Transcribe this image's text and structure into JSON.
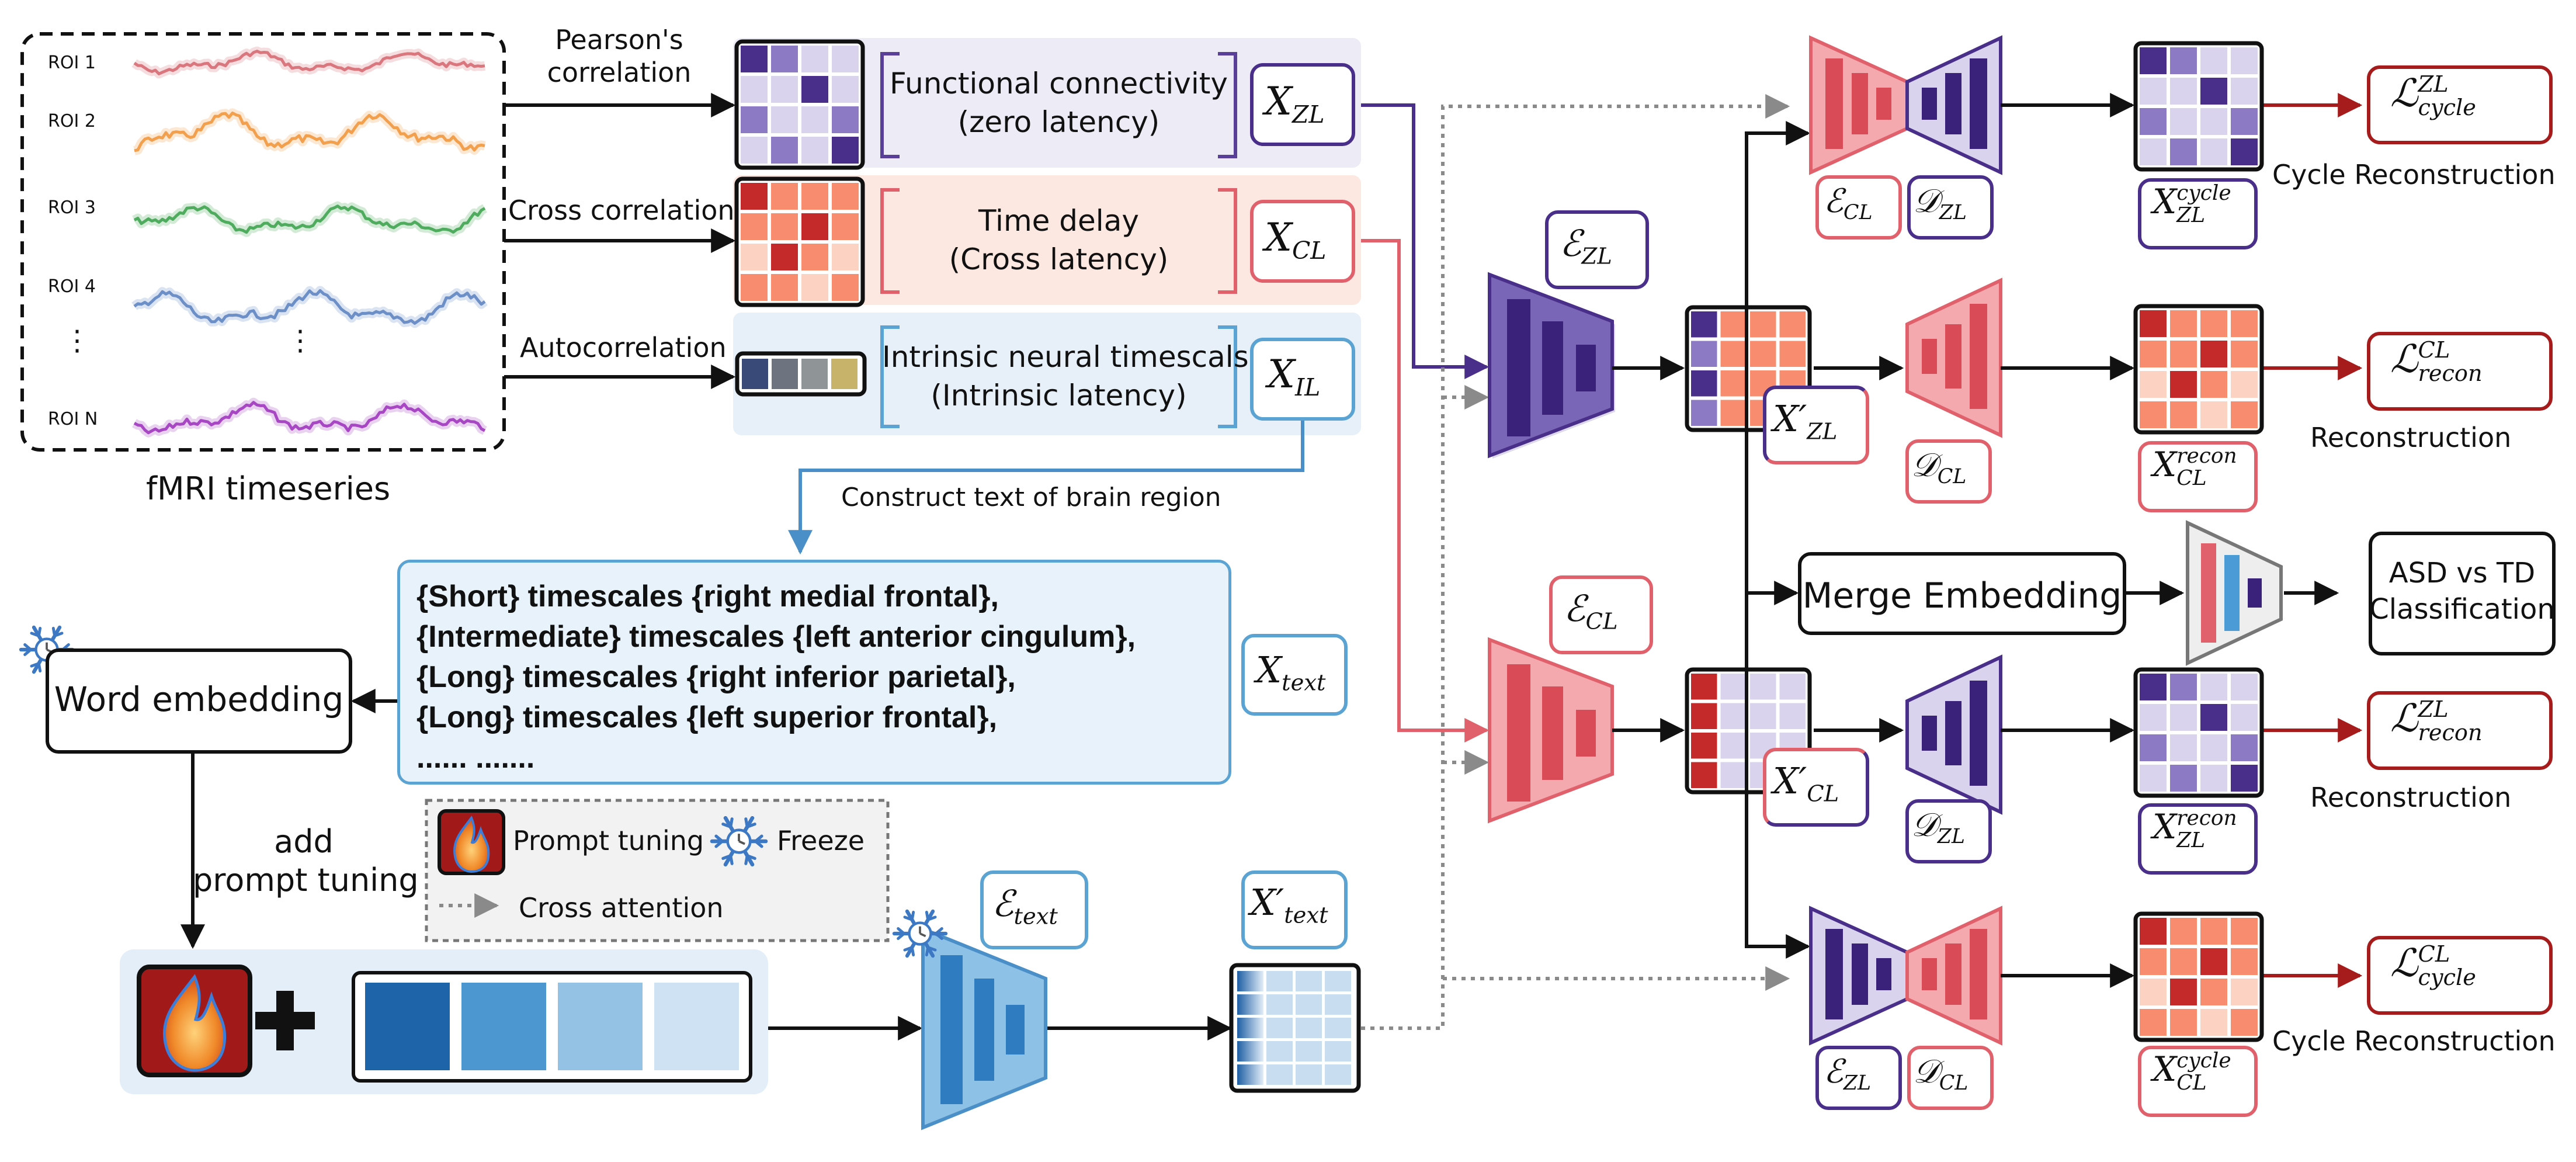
{
  "colors": {
    "purple_dark": "#4a2f8a",
    "purple_mid": "#8c7ac4",
    "purple_light": "#d9d3ee",
    "red_dark": "#c23b3b",
    "red_mid": "#e8838a",
    "red_light": "#f7d2d4",
    "blue_dark": "#2b6aa8",
    "blue_mid": "#6aaad6",
    "blue_light": "#d2e6f5",
    "dark_red_arrow": "#a61c1c",
    "fc_panel": "#ecebf6",
    "td_panel": "#fde7e1",
    "int_panel": "#e7f0f8"
  },
  "timeseries": {
    "roi_labels": [
      "ROI 1",
      "ROI 2",
      "ROI 3",
      "ROI 4",
      "⋮",
      "ROI N"
    ],
    "caption": "fMRI timeseries",
    "colors": [
      "#d9767e",
      "#f2a04d",
      "#4fab5d",
      "#6d8fc7",
      "#222222",
      "#a847c4"
    ]
  },
  "methods": {
    "pearson": "Pearson's\ncorrelation",
    "cross": "Cross correlation",
    "auto": "Autocorrelation"
  },
  "feature_panels": {
    "fc": "Functional connectivity\n(zero latency)",
    "td": "Time delay\n(Cross latency)",
    "int": "Intrinsic neural timescals\n(Intrinsic latency)"
  },
  "construct_text": "Construct text of brain region",
  "text_prompt_lines": [
    "{Short} timescales {right medial frontal},",
    "{Intermediate} timescales {left anterior cingulum},",
    "{Long} timescales {right inferior parietal},",
    "{Long} timescales {left superior frontal},",
    "...... ......."
  ],
  "word_embedding": "Word embedding",
  "add_prompt": "add\nprompt tuning",
  "legend": {
    "prompt": "Prompt tuning",
    "freeze": "Freeze",
    "cross_attention": "Cross attention"
  },
  "merge_embedding": "Merge Embedding",
  "classification": "ASD vs TD\nClassification",
  "recon_labels": {
    "cycle1": "Cycle Reconstruction",
    "recon1": "Reconstruction",
    "recon2": "Reconstruction",
    "cycle2": "Cycle Reconstruction"
  },
  "math": {
    "x_zl": [
      "X",
      "ZL"
    ],
    "x_cl": [
      "X",
      "CL"
    ],
    "x_il": [
      "X",
      "IL"
    ],
    "x_text": [
      "X",
      "text"
    ],
    "x_text_prime": [
      "X′",
      "text"
    ],
    "e_text": [
      "ℰ",
      "text"
    ],
    "e_zl": [
      "ℰ",
      "ZL"
    ],
    "e_cl": [
      "ℰ",
      "CL"
    ],
    "x_zl_prime": [
      "X′",
      "ZL"
    ],
    "x_cl_prime": [
      "X′",
      "CL"
    ],
    "d_zl": [
      "𝒟",
      "ZL"
    ],
    "d_cl": [
      "𝒟",
      "CL"
    ],
    "x_zl_cycle": [
      "X",
      "ZL",
      "cycle"
    ],
    "x_cl_recon": [
      "X",
      "CL",
      "recon"
    ],
    "x_zl_recon": [
      "X",
      "ZL",
      "recon"
    ],
    "x_cl_cycle": [
      "X",
      "CL",
      "cycle"
    ],
    "loss_zl_cycle": [
      "ℒ",
      "cycle",
      "ZL"
    ],
    "loss_cl_recon": [
      "ℒ",
      "recon",
      "CL"
    ],
    "loss_zl_recon": [
      "ℒ",
      "recon",
      "ZL"
    ],
    "loss_cl_cycle": [
      "ℒ",
      "cycle",
      "CL"
    ]
  }
}
